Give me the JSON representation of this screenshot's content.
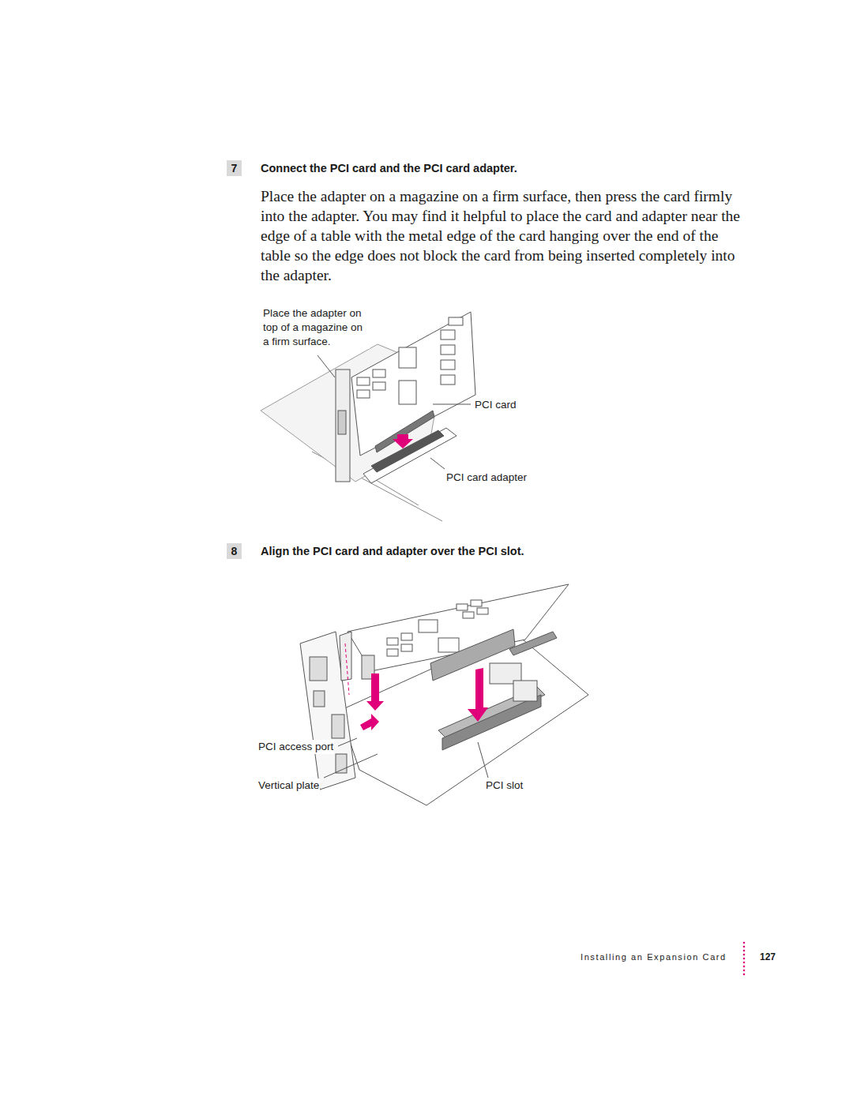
{
  "diagram": {
    "labels": [
      "7",
      "Connect the PCI card and the PCI card adapter.",
      "Place the adapter on a magazine on a firm surface, then press the card firmly into the adapter. You may find it helpful to place the card and adapter near the edge of a table with the metal edge of the card hanging over the end of the table so the edge does not block the card from being inserted completely into the adapter.",
      "Place the adapter on top of a magazine on a firm surface.",
      "PCI card",
      "PCI card adapter",
      "8",
      "Align the PCI card and adapter over the PCI slot.",
      "PCI access port",
      "Vertical plate",
      "PCI slot",
      "Installing an Expansion Card",
      "127"
    ]
  }
}
